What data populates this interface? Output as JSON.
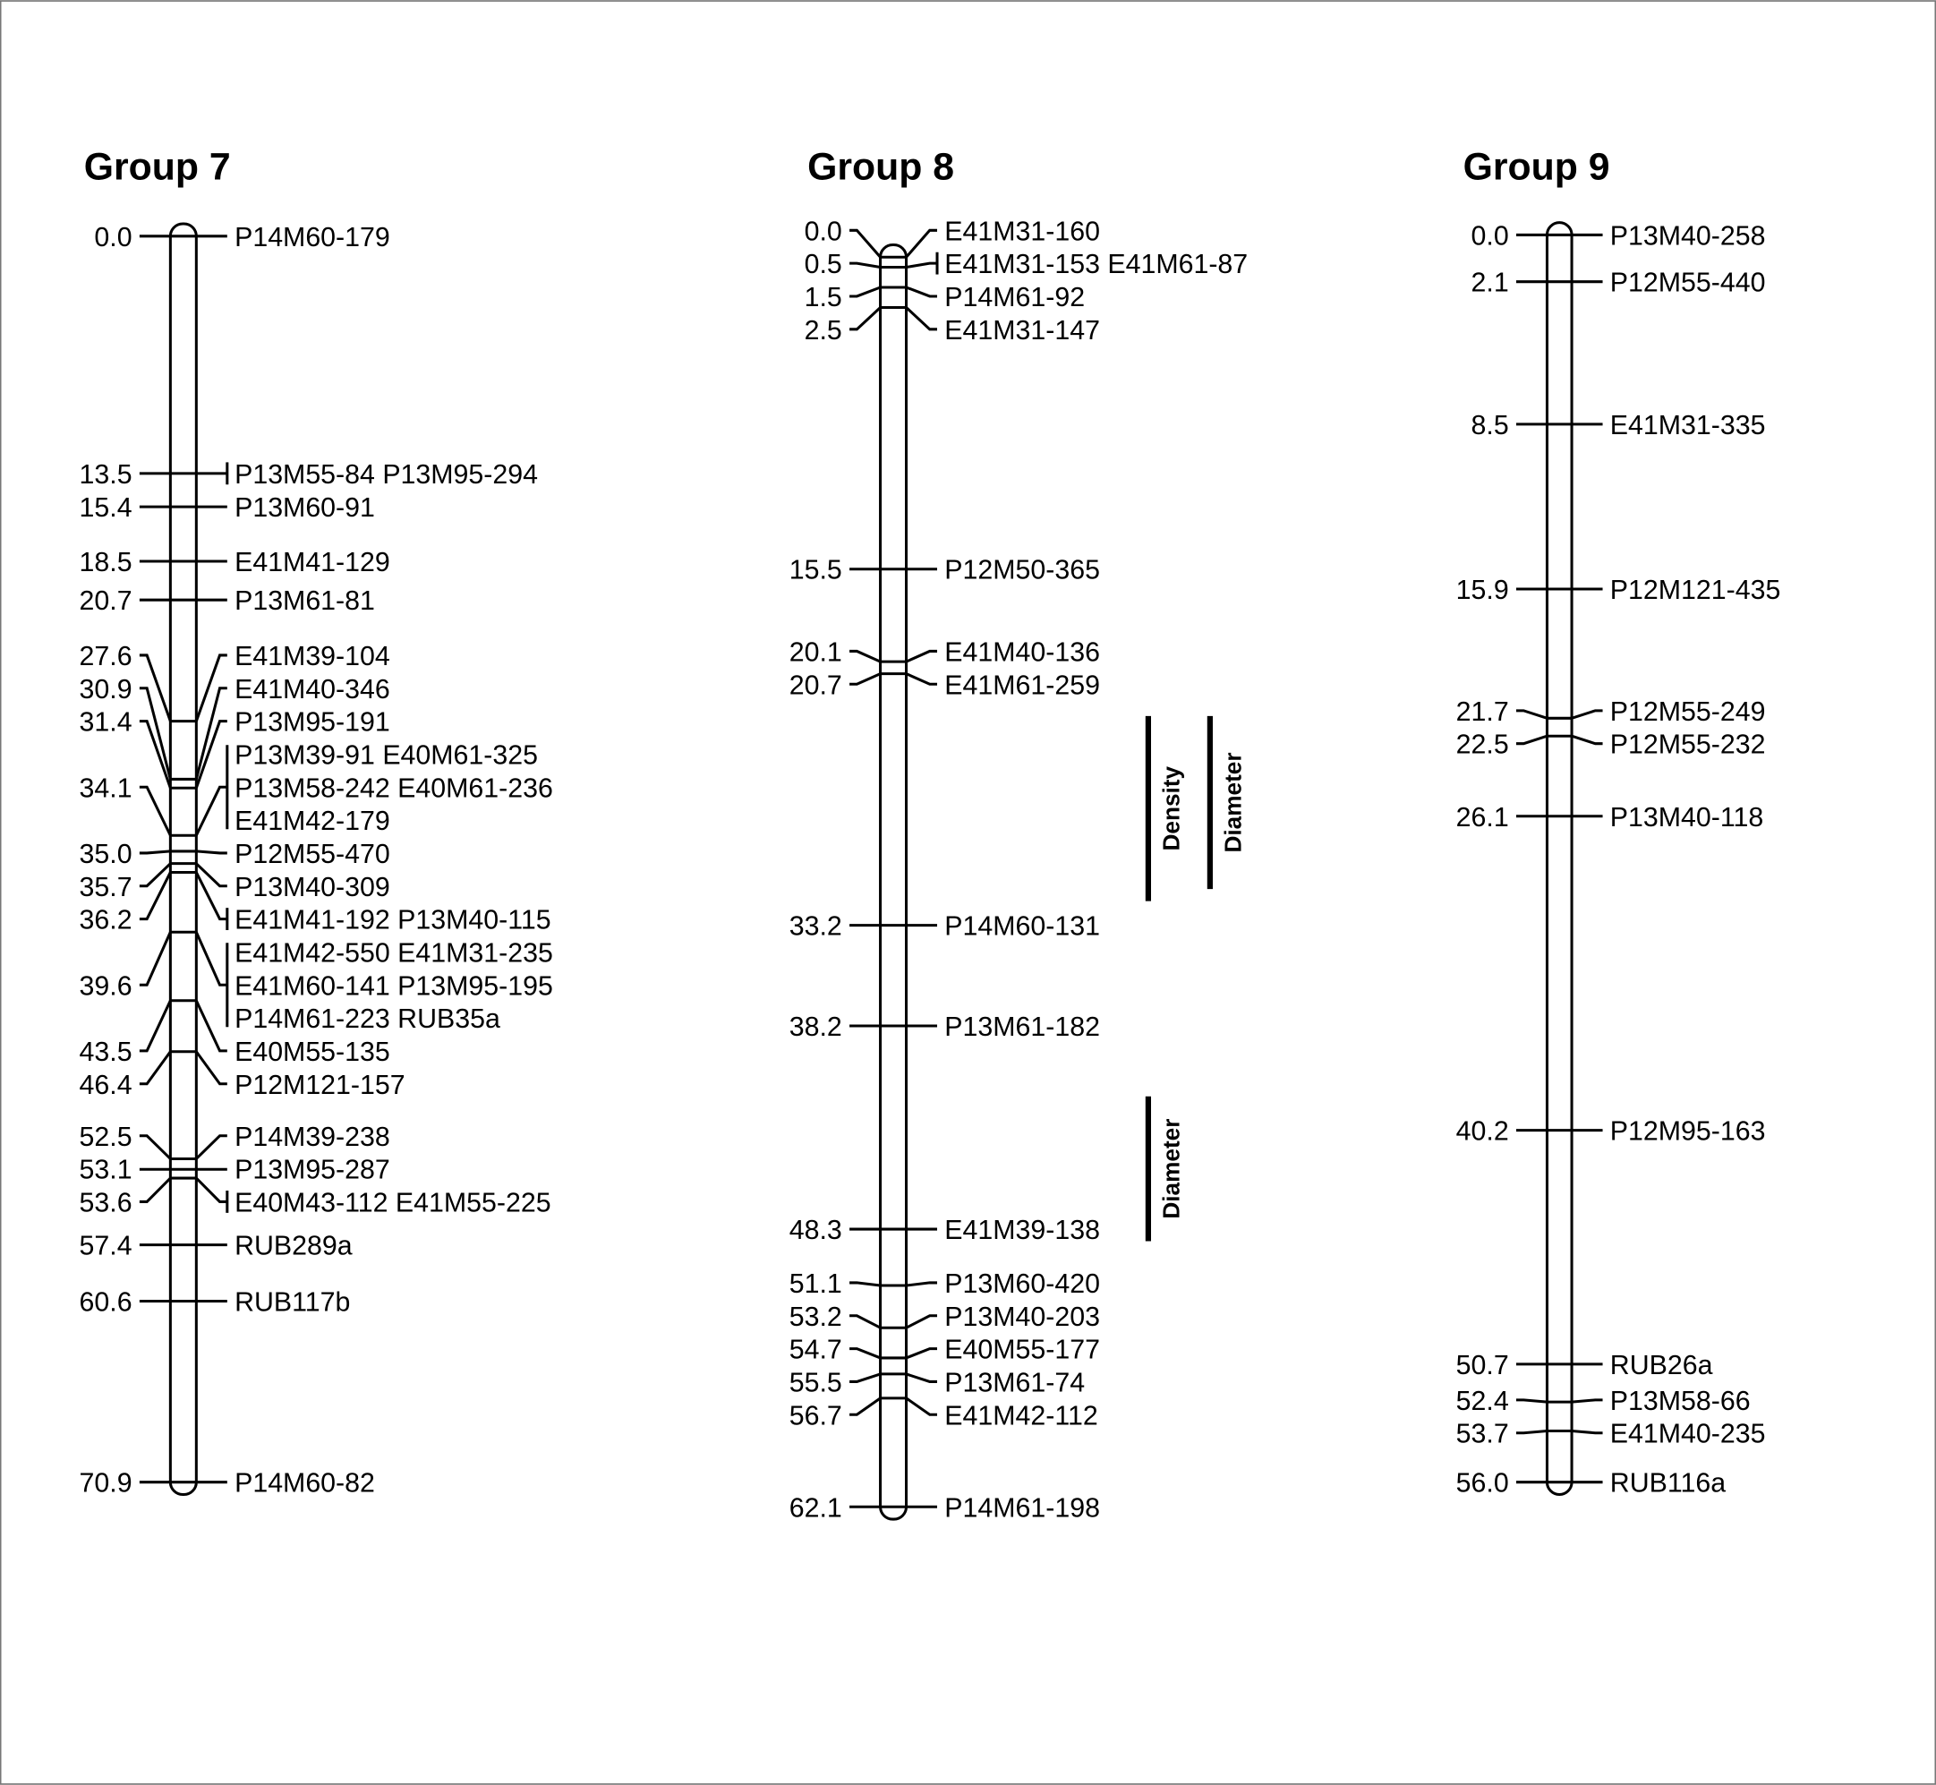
{
  "groups": [
    {
      "title": "Group 7",
      "markers": [
        {
          "pos": "0.0",
          "lines": [
            "P14M60-179"
          ]
        },
        {
          "pos": "13.5",
          "lines": [
            "P13M55-84 P13M95-294"
          ]
        },
        {
          "pos": "15.4",
          "lines": [
            "P13M60-91"
          ]
        },
        {
          "pos": "18.5",
          "lines": [
            "E41M41-129"
          ]
        },
        {
          "pos": "20.7",
          "lines": [
            "P13M61-81"
          ]
        },
        {
          "pos": "27.6",
          "lines": [
            "E41M39-104"
          ]
        },
        {
          "pos": "30.9",
          "lines": [
            "E41M40-346"
          ]
        },
        {
          "pos": "31.4",
          "lines": [
            "P13M95-191"
          ]
        },
        {
          "pos": "34.1",
          "lines": [
            "P13M39-91 E40M61-325",
            "P13M58-242 E40M61-236",
            "E41M42-179"
          ]
        },
        {
          "pos": "35.0",
          "lines": [
            "P12M55-470"
          ]
        },
        {
          "pos": "35.7",
          "lines": [
            "P13M40-309"
          ]
        },
        {
          "pos": "36.2",
          "lines": [
            "E41M41-192 P13M40-115"
          ]
        },
        {
          "pos": "39.6",
          "lines": [
            "E41M42-550 E41M31-235",
            "E41M60-141 P13M95-195",
            "P14M61-223 RUB35a"
          ]
        },
        {
          "pos": "43.5",
          "lines": [
            "E40M55-135"
          ]
        },
        {
          "pos": "46.4",
          "lines": [
            "P12M121-157"
          ]
        },
        {
          "pos": "52.5",
          "lines": [
            "P14M39-238"
          ]
        },
        {
          "pos": "53.1",
          "lines": [
            "P13M95-287"
          ]
        },
        {
          "pos": "53.6",
          "lines": [
            "E40M43-112 E41M55-225"
          ]
        },
        {
          "pos": "57.4",
          "lines": [
            "RUB289a"
          ]
        },
        {
          "pos": "60.6",
          "lines": [
            "RUB117b"
          ]
        },
        {
          "pos": "70.9",
          "lines": [
            "P14M60-82"
          ]
        }
      ],
      "qtls": []
    },
    {
      "title": "Group 8",
      "markers": [
        {
          "pos": "0.0",
          "lines": [
            "E41M31-160"
          ]
        },
        {
          "pos": "0.5",
          "lines": [
            "E41M31-153 E41M61-87"
          ]
        },
        {
          "pos": "1.5",
          "lines": [
            "P14M61-92"
          ]
        },
        {
          "pos": "2.5",
          "lines": [
            "E41M31-147"
          ]
        },
        {
          "pos": "15.5",
          "lines": [
            "P12M50-365"
          ]
        },
        {
          "pos": "20.1",
          "lines": [
            "E41M40-136"
          ]
        },
        {
          "pos": "20.7",
          "lines": [
            "E41M61-259"
          ]
        },
        {
          "pos": "33.2",
          "lines": [
            "P14M60-131"
          ]
        },
        {
          "pos": "38.2",
          "lines": [
            "P13M61-182"
          ]
        },
        {
          "pos": "48.3",
          "lines": [
            "E41M39-138"
          ]
        },
        {
          "pos": "51.1",
          "lines": [
            "P13M60-420"
          ]
        },
        {
          "pos": "53.2",
          "lines": [
            "P13M40-203"
          ]
        },
        {
          "pos": "54.7",
          "lines": [
            "E40M55-177"
          ]
        },
        {
          "pos": "55.5",
          "lines": [
            "P13M61-74"
          ]
        },
        {
          "pos": "56.7",
          "lines": [
            "E41M42-112"
          ]
        },
        {
          "pos": "62.1",
          "lines": [
            "P14M61-198"
          ]
        }
      ],
      "qtls": [
        {
          "label": "Density",
          "from": 22.8,
          "to": 32.0,
          "column": 0
        },
        {
          "label": "Diameter",
          "from": 22.8,
          "to": 31.4,
          "column": 1
        },
        {
          "label": "Diameter",
          "from": 41.7,
          "to": 48.9,
          "column": 0
        }
      ]
    },
    {
      "title": "Group 9",
      "markers": [
        {
          "pos": "0.0",
          "lines": [
            "P13M40-258"
          ]
        },
        {
          "pos": "2.1",
          "lines": [
            "P12M55-440"
          ]
        },
        {
          "pos": "8.5",
          "lines": [
            "E41M31-335"
          ]
        },
        {
          "pos": "15.9",
          "lines": [
            "P12M121-435"
          ]
        },
        {
          "pos": "21.7",
          "lines": [
            "P12M55-249"
          ]
        },
        {
          "pos": "22.5",
          "lines": [
            "P12M55-232"
          ]
        },
        {
          "pos": "26.1",
          "lines": [
            "P13M40-118"
          ]
        },
        {
          "pos": "40.2",
          "lines": [
            "P12M95-163"
          ]
        },
        {
          "pos": "50.7",
          "lines": [
            "RUB26a"
          ]
        },
        {
          "pos": "52.4",
          "lines": [
            "P13M58-66"
          ]
        },
        {
          "pos": "53.7",
          "lines": [
            "E41M40-235"
          ]
        },
        {
          "pos": "56.0",
          "lines": [
            "RUB116a"
          ]
        }
      ],
      "qtls": []
    }
  ]
}
